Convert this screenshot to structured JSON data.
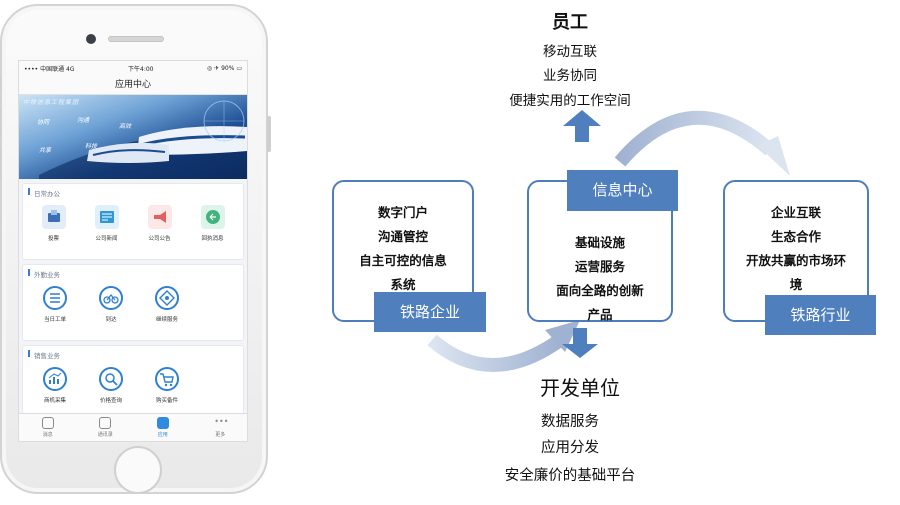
{
  "phone": {
    "status": {
      "carrier": "中国联通",
      "network": "4G",
      "time": "下午4:00",
      "battery": "90%"
    },
    "nav_title": "应用中心",
    "banner": {
      "company": "中铁信息工程集团",
      "words": [
        "协同",
        "沟通",
        "高效",
        "共享",
        "科技"
      ]
    },
    "sections": [
      {
        "title": "日常办公",
        "items": [
          {
            "label": "投票",
            "icon": "vote-icon"
          },
          {
            "label": "公司新闻",
            "icon": "news-icon"
          },
          {
            "label": "公司公告",
            "icon": "megaphone-icon"
          },
          {
            "label": "回执消息",
            "icon": "reply-icon"
          }
        ]
      },
      {
        "title": "外勤业务",
        "items": [
          {
            "label": "当日工单",
            "icon": "worksheet-icon"
          },
          {
            "label": "到达",
            "icon": "bicycle-icon"
          },
          {
            "label": "继续服务",
            "icon": "service-icon"
          }
        ]
      },
      {
        "title": "销售业务",
        "items": [
          {
            "label": "商机采集",
            "icon": "chart-icon"
          },
          {
            "label": "价格查询",
            "icon": "search-icon"
          },
          {
            "label": "购买备件",
            "icon": "cart-icon"
          }
        ]
      }
    ],
    "tabs": [
      {
        "label": "消息",
        "active": false
      },
      {
        "label": "通讯录",
        "active": false
      },
      {
        "label": "应用",
        "active": true
      },
      {
        "label": "更多",
        "active": false
      }
    ]
  },
  "diagram": {
    "top": {
      "title": "员工",
      "lines": [
        "移动互联",
        "业务协同",
        "便捷实用的工作空间"
      ]
    },
    "center_tag": "信息中心",
    "center_lines": [
      "基础设施",
      "运营服务",
      "面向全路的创新",
      "产品"
    ],
    "left_lines": [
      "数字门户",
      "沟通管控",
      "自主可控的信息",
      "系统"
    ],
    "left_tag": "铁路企业",
    "right_lines": [
      "企业互联",
      "生态合作",
      "开放共赢的市场环",
      "境"
    ],
    "right_tag": "铁路行业",
    "bottom": {
      "title": "开发单位",
      "lines": [
        "数据服务",
        "应用分发",
        "安全廉价的基础平台"
      ]
    },
    "colors": {
      "box_border": "#4e7dbb",
      "tag_fill": "#4f80bd",
      "arrow": "#a9b8d4",
      "up_arrow": "#4f80bd"
    }
  }
}
